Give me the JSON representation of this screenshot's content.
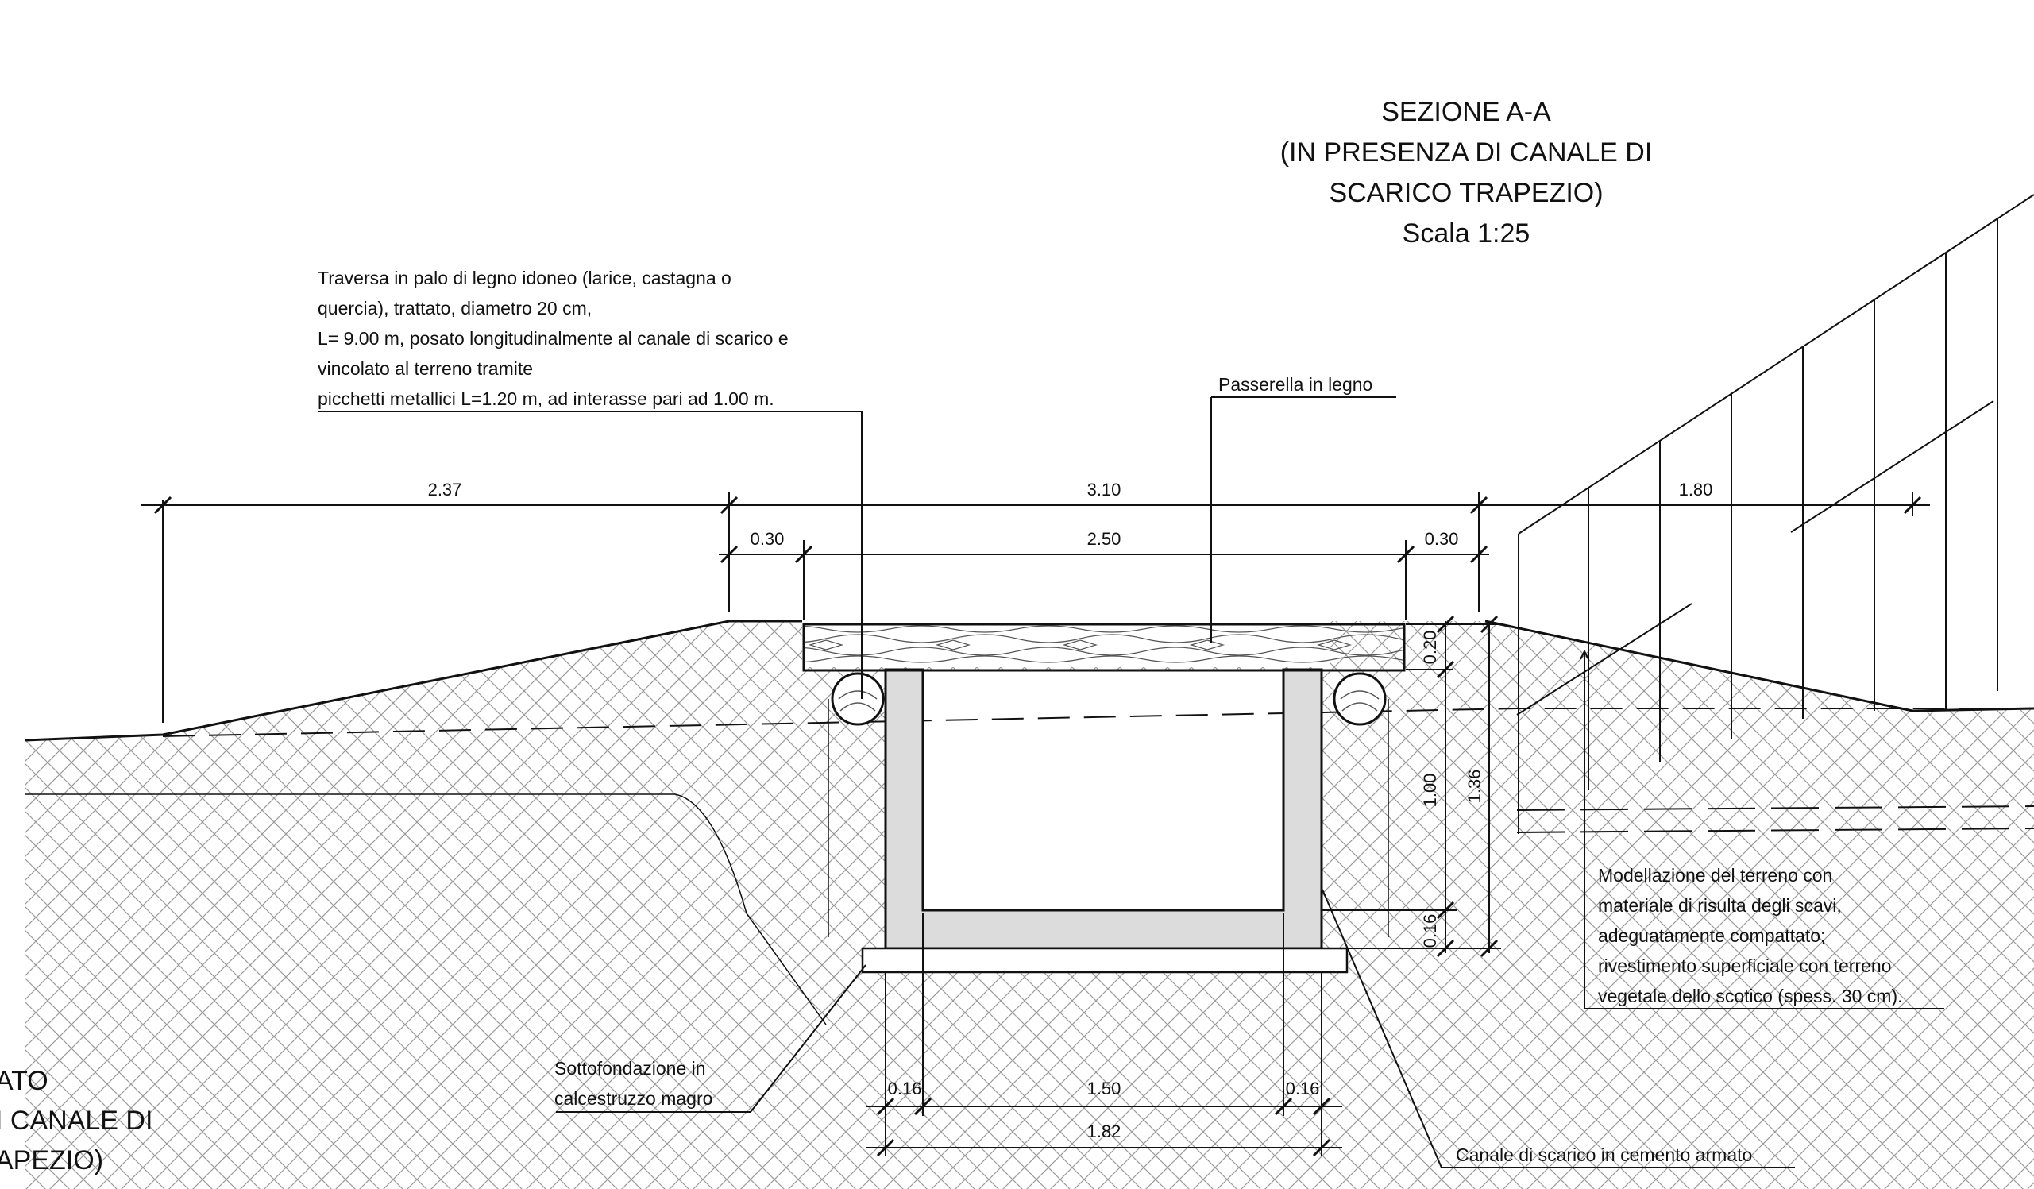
{
  "title": {
    "line1": "SEZIONE A-A",
    "line2": "(IN PRESENZA DI CANALE DI",
    "line3": "SCARICO TRAPEZIO)",
    "line4": "Scala 1:25"
  },
  "left_partial_title": {
    "line1": "ATO",
    "line2": "I CANALE DI",
    "line3": "APEZIO)"
  },
  "notes": {
    "traversa": [
      "Traversa in palo di legno idoneo (larice, castagna o",
      "quercia), trattato, diametro 20 cm,",
      "L= 9.00 m, posato longitudinalmente al canale di scarico e",
      "vincolato al terreno tramite",
      "picchetti metallici L=1.20 m, ad interasse pari ad 1.00 m."
    ],
    "passerella": "Passerella in legno",
    "modellazione": [
      "Modellazione del terreno con",
      "materiale di risulta degli scavi,",
      "adeguatamente compattato;",
      "rivestimento superficiale con terreno",
      "vegetale dello scotico (spess. 30 cm)."
    ],
    "sottofondazione": [
      "Sottofondazione in",
      "calcestruzzo magro"
    ],
    "canale": "Canale di scarico in cemento armato"
  },
  "dimensions": {
    "d237": "2.37",
    "d310": "3.10",
    "d180": "1.80",
    "d030_left": "0.30",
    "d250": "2.50",
    "d030_right": "0.30",
    "d020": "0.20",
    "d100": "1.00",
    "d136": "1.36",
    "d016_vert": "0.16",
    "d016_left": "0.16",
    "d150": "1.50",
    "d016_right": "0.16",
    "d182": "1.82"
  }
}
